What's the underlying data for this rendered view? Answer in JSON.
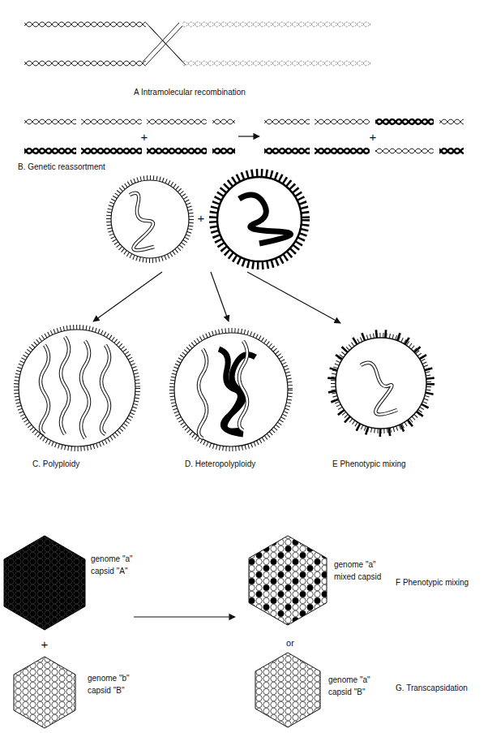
{
  "diagram": {
    "labels": [
      "A Intramolecular recombination",
      "+",
      "+",
      "B. Genetic reassortment",
      "+",
      "C. Polyploidy",
      "D. Heteropolyploidy",
      "E Phenotypic mixing",
      "genome \"a\"",
      "capsid \"A\"",
      "genome \"a\"",
      "mixed capsid",
      "F Phenotypic mixing",
      "+",
      "or",
      "genome \"b\"",
      "capsid \"B\"",
      "genome \"a\"",
      "capsid \"B\"",
      "G. Transcapsidation"
    ]
  }
}
